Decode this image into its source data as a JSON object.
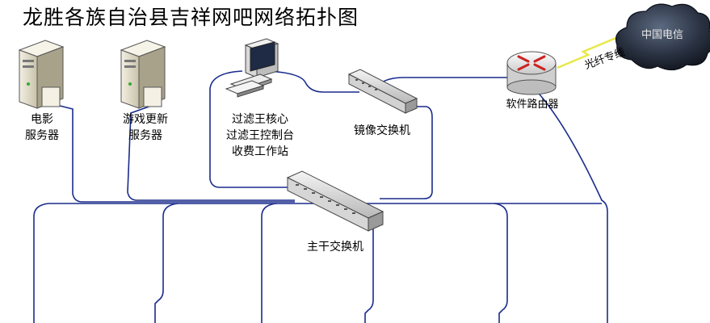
{
  "title": "龙胜各族自治县吉祥网吧网络拓扑图",
  "nodes": {
    "movie_server": {
      "lines": [
        "电影",
        "服务器"
      ],
      "icon": "server-icon"
    },
    "game_server": {
      "lines": [
        "游戏更新",
        "服务器"
      ],
      "icon": "server-icon"
    },
    "filter_core": {
      "lines": [
        "过滤王核心",
        "过滤王控制台",
        "收费工作站"
      ],
      "icon": "workstation-icon"
    },
    "mirror_switch": {
      "lines": [
        "镜像交换机"
      ],
      "icon": "switch-icon"
    },
    "software_router": {
      "lines": [
        "软件路由器"
      ],
      "icon": "router-icon"
    },
    "isp_cloud": {
      "lines": [
        "中国电信"
      ],
      "icon": "cloud-icon"
    },
    "main_switch": {
      "lines": [
        "主干交换机"
      ],
      "icon": "switch-icon"
    }
  },
  "links": {
    "fiber_label": "光纤专线"
  },
  "colors": {
    "cable": "#1a2c8c",
    "fiber": "#e8e84a",
    "cloud": "#1d2430",
    "router_arrows": "#cc2222"
  }
}
